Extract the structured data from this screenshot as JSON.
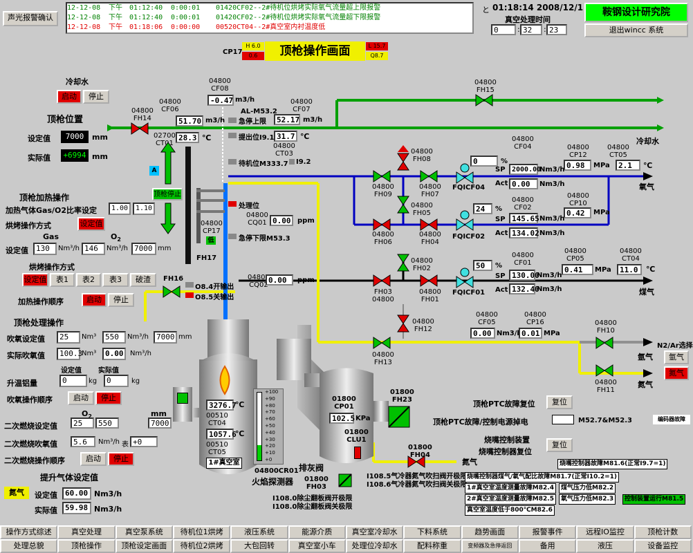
{
  "topbar": {
    "ack_button": "声光报警确认",
    "time_prefix": "と",
    "datetime": "01:18:14 2008/12/1",
    "vac_time_label": "真空处理时间",
    "vac_h": "0",
    "vac_m": "32",
    "vac_s": "23",
    "institute": "鞍钢设计研究院",
    "exit_button": "退出wincc 系统"
  },
  "alarms": [
    {
      "date": "12-12-08",
      "ampm": "下午",
      "time": "01:12:40",
      "dur": "0:00:01",
      "msg": "01420CF02--2#待机位烘烤实际氧气流量超上限报警",
      "color": "#008000"
    },
    {
      "date": "12-12-08",
      "ampm": "下午",
      "time": "01:12:40",
      "dur": "0:00:01",
      "msg": "01420CF02--2#待机位烘烤实际氧气流量超下限报警",
      "color": "#008000"
    },
    {
      "date": "12-12-08",
      "ampm": "下午",
      "time": "01:18:06",
      "dur": "0:00:00",
      "msg": "00520CT04--2#真空室内衬温度低",
      "color": "#e00000"
    }
  ],
  "title": {
    "cp17": "CP17",
    "h": "H 6.0",
    "hv": "0.6",
    "text": "顶枪操作画面",
    "l": "L 15.7",
    "q": "Q8.7"
  },
  "left": {
    "cool_water": "冷却水",
    "start": "启动",
    "stop": "停止",
    "lance_pos": "顶枪位置",
    "set_val": "设定值",
    "set_num": "7000",
    "mm": "mm",
    "act_val": "实际值",
    "act_num": "+6994",
    "heat_op": "顶枪加热操作",
    "ratio_label": "加热气体Gas/O2比率设定",
    "ratio_a": "1.00",
    "ratio_b": "1.10",
    "bake_mode": "烘烤操作方式",
    "set_btn": "设定值",
    "gas": "Gas",
    "o2": "O",
    "o2sub": "2",
    "setv": "设定值",
    "gas_val": "130",
    "nm3h": "Nm",
    "o2_val": "146",
    "pos_val": "7000",
    "bake_mode2": "烘烤操作方式",
    "modes": [
      "设定值",
      "表1",
      "表2",
      "表3",
      "破渣"
    ],
    "heat_seq": "加热操作顺序",
    "treat_op": "顶枪处理操作",
    "blow_set": "吹氧设定值",
    "blow_v1": "25",
    "blow_v2": "550",
    "blow_v3": "7000",
    "blow_act": "实际吹氧值",
    "blow_a1": "100.3",
    "blow_a2": "0.00",
    "setv2": "设定值",
    "actv2": "实际值",
    "al_temp": "升温铝量",
    "al1": "0",
    "al2": "0",
    "kg": "kg",
    "blow_seq": "吹氧操作顺序",
    "post_set": "二次燃烧设定值",
    "o2_2": "O",
    "p1": "25",
    "p2": "550",
    "p3": "7000",
    "post_blow": "二次燃烧吹氧值",
    "pb1": "5.6",
    "tbl": "表",
    "pb2": "+0",
    "post_seq": "二次燃烧操作顺序",
    "lift_gas": "提升气体设定值",
    "n2": "氮气",
    "lift_set": "60.00",
    "lift_act": "59.98",
    "nm3h2": "Nm3/h"
  },
  "lance": {
    "cf08_tag": "04800",
    "cf08": "CF08",
    "cf08_val": "-0.47",
    "m3h": "m3/h",
    "cf06_tag": "04800",
    "cf06": "CF06",
    "cf06_val": "51.70",
    "cf07_tag": "04800",
    "cf07": "CF07",
    "cf07_val": "52.17",
    "ct01_tag": "02700",
    "ct01": "CT01",
    "ct01_val": "28.3",
    "degc": "℃",
    "ct03_tag": "04800",
    "ct03": "CT03",
    "ct03_val": "31.7",
    "fh14_tag": "04800",
    "fh14": "FH14",
    "al53": "AL-M53.2",
    "estop_up": "急停上限",
    "lift_pos": "提出位I9.1",
    "standby": "待机位M333.7",
    "i92": "I9.2",
    "a": "A",
    "lance_stop": "顶枪停止",
    "cp17_tag": "04800",
    "cp17": "CP17",
    "low": "低",
    "fh17": "FH17",
    "proc_pos": "处理位",
    "cq01_tag": "04800",
    "cq01": "CQ01",
    "cq01_val": "0.00",
    "ppm": "ppm",
    "estop_low": "急停下限M53.3",
    "cq02_tag": "04800",
    "cq02": "CQ02",
    "cq02_val": "0.00",
    "fh16": "FH16",
    "o84": "O8.4开输出",
    "o85": "O8.5关输出"
  },
  "pipes": {
    "fh15_tag": "04800",
    "fh15": "FH15",
    "cool_water": "冷却水",
    "fh08_tag": "04800",
    "fh08": "FH08",
    "cf04_tag": "04800",
    "cf04": "CF04",
    "pct1": "0",
    "sp": "SP",
    "cf04_sp": "2000.00",
    "nm3h": "Nm3/h",
    "act": "Act",
    "cf04_act": "0.00",
    "cp12_tag": "04800",
    "cp12": "CP12",
    "cp12_val": "0.98",
    "mpa": "MPa",
    "ct05_tag": "04800",
    "ct05": "CT05",
    "ct05_val": "2.1",
    "oxygen": "氧气",
    "fh09_tag": "04800",
    "fh09": "FH09",
    "fh07_tag": "04800",
    "fh07": "FH07",
    "fqicf04": "FQICF04",
    "fh05_tag": "04800",
    "fh05": "FH05",
    "pct2": "24",
    "cf02_tag": "04800",
    "cf02": "CF02",
    "cf02_sp": "145.65",
    "cf02_act": "134.02",
    "cp10_tag": "04800",
    "cp10": "CP10",
    "cp10_val": "0.42",
    "fh06_tag": "04800",
    "fh06": "FH06",
    "fh04_tag": "04800",
    "fh04": "FH04",
    "fqicf02": "FQICF02",
    "fh02_tag": "04800",
    "fh02": "FH02",
    "pct3": "50",
    "cf01_tag": "04800",
    "cf01": "CF01",
    "cf01_sp": "130.00",
    "cf01_act": "132.40",
    "cp05_tag": "04800",
    "cp05": "CP05",
    "cp05_val": "0.41",
    "ct04_tag": "04800",
    "ct04": "CT04",
    "ct04_val": "11.0",
    "gas": "煤气",
    "fh03": "FH03",
    "fh03_tag": "04800",
    "fh01_tag": "04800",
    "fh01": "FH01",
    "fqicf01": "FQICF01",
    "fh12_tag": "04800",
    "fh12": "FH12",
    "cf05_tag": "04800",
    "cf05": "CF05",
    "cf05_val": "0.00",
    "cp16_tag": "04800",
    "cp16": "CP16",
    "cp16_val": "0.01",
    "fh10_tag": "04800",
    "fh10": "FH10",
    "n2ar": "N2/Ar选择",
    "argon": "氩气",
    "nitrogen": "氮气",
    "fh13_tag": "04800",
    "fh13": "FH13",
    "fh11_tag": "04800",
    "fh11": "FH11",
    "ar_btn": "氩气",
    "n2_btn": "氮气"
  },
  "vessel": {
    "t1": "3276.7",
    "ct04_tag": "00510",
    "ct04": "CT04",
    "t2": "1057.6",
    "ct05_tag": "00510",
    "ct05": "CT05",
    "vac_room": "1#真空室",
    "flame_tag": "04800CR01",
    "flame": "火焰探测器",
    "scale": [
      "+100",
      "+90",
      "+80",
      "+70",
      "+60",
      "+50",
      "+40",
      "+30",
      "+20",
      "+10",
      "+0"
    ],
    "cp01_tag": "01800",
    "cp01": "CP01",
    "cp01_val": "102.5",
    "kpa": "KPa",
    "clu1_tag": "01800",
    "clu1": "CLU1",
    "fh23_tag": "01800",
    "fh23": "FH23",
    "fh04_tag": "01800",
    "fh04": "FH04",
    "n2": "氮气",
    "ash": "排灰阀",
    "fh03_tag": "01800",
    "fh03": "FH03",
    "i1085": "I108.5气冷器氮气吹扫阀开极限",
    "i1086": "I108.6气冷器氮气吹扫阀关极限",
    "i1080": "I108.0除尘翻板阀开极限",
    "i1080b": "I108.0除尘翻板阀关极限"
  },
  "right": {
    "ptc_reset": "顶枪PTC故障复位",
    "reset": "复位",
    "ptc_power": "顶枪PTC故障/控制电源掉电",
    "m527": "M52.7&M52.3",
    "encoder": "编码器故障",
    "burner_dev": "烧嘴控制装置",
    "burner_reset": "烧嘴控制器复位",
    "burner_fault": "烧嘴控制器故障M81.6(正常I9.7=1)",
    "ratio_fault": "烧嘴控制器煤气/氧气配比故障M81.7(正常I10.2=1)",
    "n1": "1#真空室温度测量故障M82.4",
    "n2": "煤气压力低M82.2",
    "n3": "2#真空室温度测量故障M82.5",
    "n4": "氧气压力低M82.3",
    "n5": "控制装置运行M81.5",
    "n6": "真空室温度低于800℃M82.6"
  },
  "nav": {
    "row1": [
      "操作方式综述",
      "真空处理",
      "真空泵系统",
      "待机位1烘烤",
      "液压系统",
      "能源介质",
      "真空室冷却水",
      "下料系统",
      "趋势画面",
      "报警事件",
      "远程IO监控",
      "顶枪计数"
    ],
    "row2": [
      "处理总貌",
      "顶枪操作",
      "顶枪设定画面",
      "待机位2烘烤",
      "大包回转",
      "真空室小车",
      "处理位冷却水",
      "配料称重",
      "变频器及急停返回",
      "备用",
      "液压",
      "设备监控"
    ]
  },
  "colors": {
    "pipe_green": "#00a000",
    "pipe_blue": "#0000c0",
    "pipe_black": "#000000",
    "pipe_yellow": "#f0f000",
    "valve_green": "#00c000",
    "valve_red": "#e00000"
  }
}
